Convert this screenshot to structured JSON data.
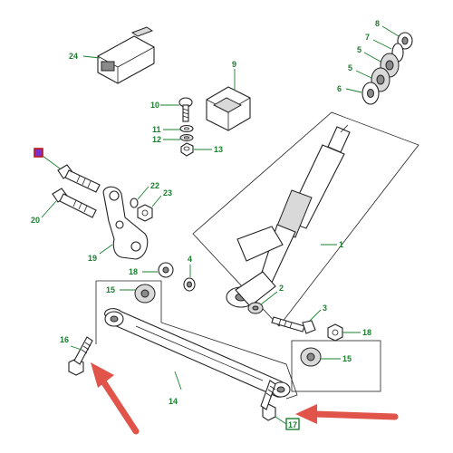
{
  "callouts": {
    "c1": "1",
    "c2": "2",
    "c3": "3",
    "c4": "4",
    "c5a": "5",
    "c5b": "5",
    "c6": "6",
    "c7": "7",
    "c8": "8",
    "c9": "9",
    "c10": "10",
    "c11": "11",
    "c12": "12",
    "c13": "13",
    "c14": "14",
    "c15a": "15",
    "c15b": "15",
    "c16": "16",
    "c17": "17",
    "c18a": "18",
    "c18b": "18",
    "c19": "19",
    "c20": "20",
    "c22": "22",
    "c23": "23",
    "c24": "24"
  },
  "colors": {
    "callout_text": "#1a7f2e",
    "arrow": "#e0544a",
    "marker": "#7a2fd0"
  },
  "icons": {
    "highlight_marker": "square-marker-icon",
    "pointer_arrow": "red-arrow-icon"
  }
}
